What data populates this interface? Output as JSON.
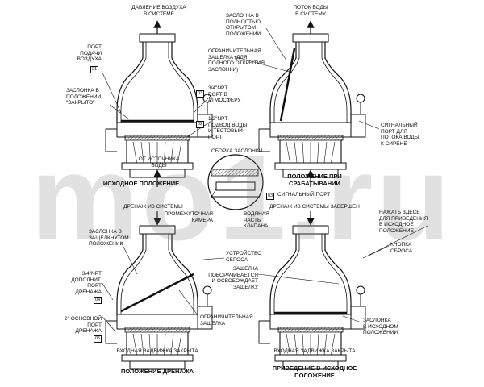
{
  "panels": {
    "p1": {
      "top_label": "ДАВЛЕНИЕ ВОЗДУХА\nВ СИСТЕМЕ",
      "bottom_label": "ОТ ИСТОЧНИКА\nВОДЫ",
      "title": "ИСХОДНОЕ ПОЛОЖЕНИЕ",
      "callouts": {
        "air_port": "ПОРТ\nПОДАЧИ\nВОЗДУХА",
        "air_port_num": "01",
        "clapper_closed": "ЗАСЛОНКА В\nПОЛОЖЕНИИ\n\"ЗАКРЫТО\"",
        "atm_port": "3/4\"NPT\nПОРТ В\nАТМОСФЕРУ",
        "atm_port_num": "03",
        "water_port": "1/2\"NPT\nПОДВОД ВОДЫ\nИ ТЕСТОВЫЙ\nПОРТ",
        "water_port_num": "02"
      }
    },
    "p2": {
      "top_label": "ПОТОК ВОДЫ\nВ СИСТЕМУ",
      "title": "ПОЛОЖЕНИЕ ПРИ\nСРАБАТЫВАНИИ",
      "callouts": {
        "clapper_open": "ЗАСЛОНКА В\nПОЛНОСТЬЮ\nОТКРЫТОМ\nПОЛОЖЕНИИ",
        "latch_limit": "ОГРАНИЧИТЕЛЬНАЯ\nЗАЩЕЛКА (ДЛЯ\nПОЛНОГО ОТКРЫТИЯ\nЗАСЛОНКИ)",
        "signal_port": "СИГНАЛЬНЫЙ\nПОРТ ДЛЯ\nПОТОКА ВОДЫ\nК СИРЕНЕ"
      }
    },
    "center": {
      "assembly": "СБОРКА ЗАСЛОНКИ",
      "signal_port": "СИГНАЛЬНЫЙ ПОРТ",
      "signal_num": "03",
      "chamber": "ПРОМЕЖУТОЧНАЯ\nКАМЕРА",
      "water_part": "ВОДЯНАЯ\nЧАСТЬ\nКЛАПАНА"
    },
    "p3": {
      "top_label": "ДРЕНАЖ ИЗ СИСТЕМЫ",
      "bottom_label": "ВХОДНАЯ ЗАДВИЖКА ЗАКРЫТА",
      "title": "ПОЛОЖЕНИЕ ДРЕНАЖА",
      "callouts": {
        "clapper_latched": "ЗАСЛОНКА В\nЗАЩЕЛКНУТОМ\nПОЛОЖЕНИИ",
        "reset_device": "УСТРОЙСТВО\nСБРОСА",
        "aux_drain": "3/4\"NPT\nДОПОЛНИТ.\nПОРТ\nДРЕНАЖА",
        "aux_drain_num": "04",
        "main_drain": "2\" ОСНОВНОЙ\nПОРТ\nДРЕНАЖА",
        "main_drain_num": "05",
        "latch": "ОГРАНИЧИТЕЛЬНАЯ\nЗАЩЕЛКА"
      }
    },
    "p4": {
      "top_label": "ДРЕНАЖ ИЗ СИСТЕМЫ ЗАВЕРШЕН",
      "bottom_label": "ВХОДНАЯ ЗАДВИЖКА ЗАКРЫТА",
      "title": "ПРИВЕДЕНИЕ В\nИСХОДНОЕ ПОЛОЖЕНИЕ",
      "callouts": {
        "press_here": "НАЖАТЬ ЗДЕСЬ\nДЛЯ ПРИВЕДЕНИЯ\nВ ИСХОДНОЕ\nПОЛОЖЕНИЕ",
        "reset_button": "КНОПКА\nСБРОСА",
        "latch_rotates": "ЗАЩЕЛКА\nПОВОРАЧИВАЕТСЯ\nИ ОСВОБОЖДАЕТ\nЗАЩЕЛКУ",
        "clapper_home": "ЗАСЛОНКА\nВ ИСХОДНОМ\nПОЛОЖЕНИИ"
      }
    }
  },
  "watermark": "mo1.ru"
}
